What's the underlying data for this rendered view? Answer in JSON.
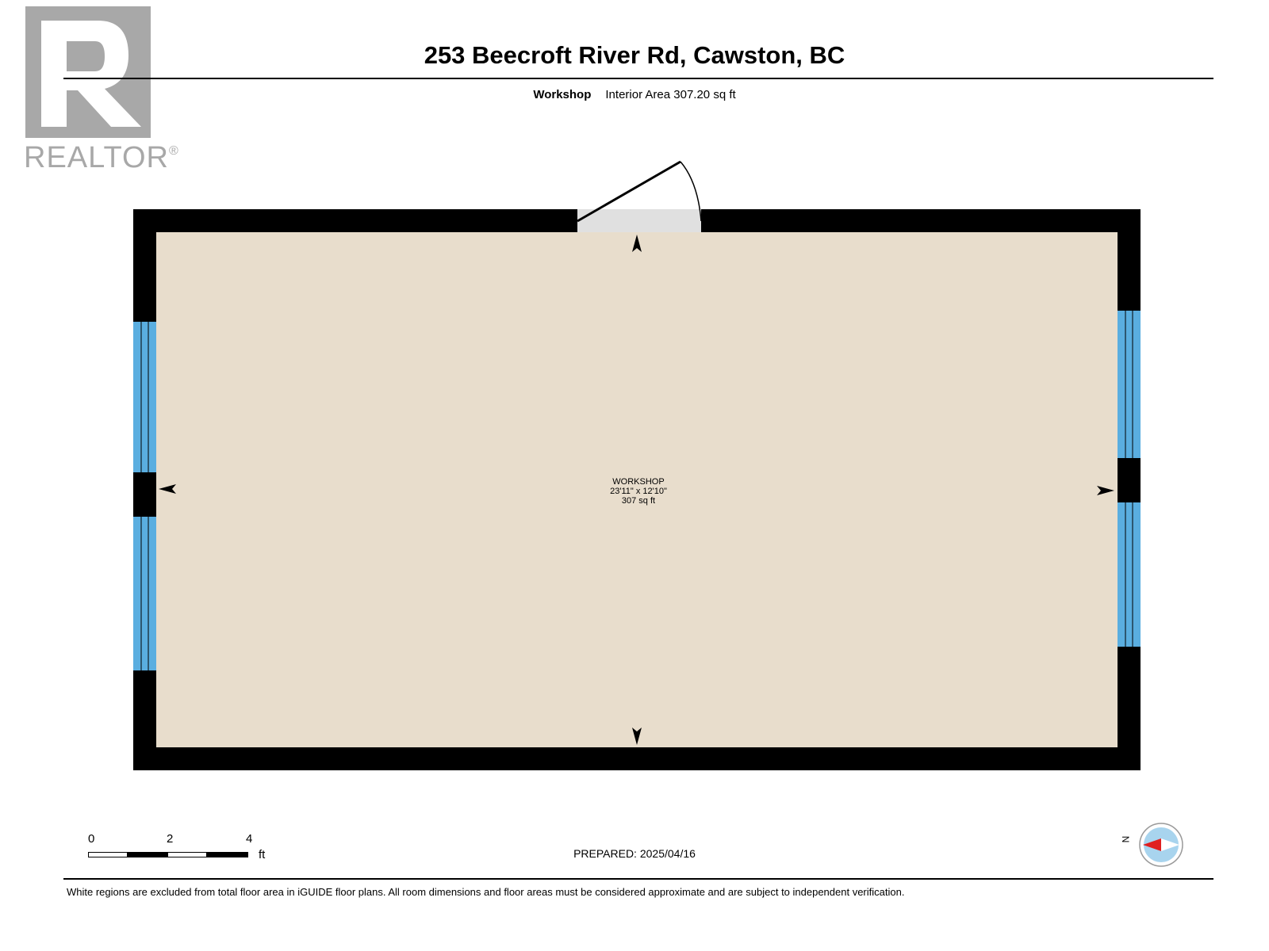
{
  "logo": {
    "brand": "REALTOR",
    "reg_mark": "®",
    "icon": "realtor-r-logo-icon"
  },
  "header": {
    "title": "253 Beecroft River Rd, Cawston, BC",
    "level_name": "Workshop",
    "interior_area": "Interior Area 307.20 sq ft"
  },
  "room": {
    "name": "WORKSHOP",
    "dimensions": "23'11\" x 12'10\"",
    "area": "307 sq ft"
  },
  "scale_bar": {
    "ticks": [
      "0",
      "2",
      "4"
    ],
    "unit": "ft"
  },
  "prepared": "PREPARED: 2025/04/16",
  "compass": {
    "label": "N",
    "icon": "north-compass-icon"
  },
  "footer": "White regions are excluded from total floor area in iGUIDE floor plans. All room dimensions and floor areas must be considered approximate and are subject to independent verification.",
  "colors": {
    "wall": "#000000",
    "floor": "#e8ddcc",
    "window": "#5aaee0",
    "door_threshold": "#e0e0e0",
    "logo": "#a8a8a8",
    "compass_arrow": "#e02020",
    "compass_fill": "#a8d4ee"
  }
}
